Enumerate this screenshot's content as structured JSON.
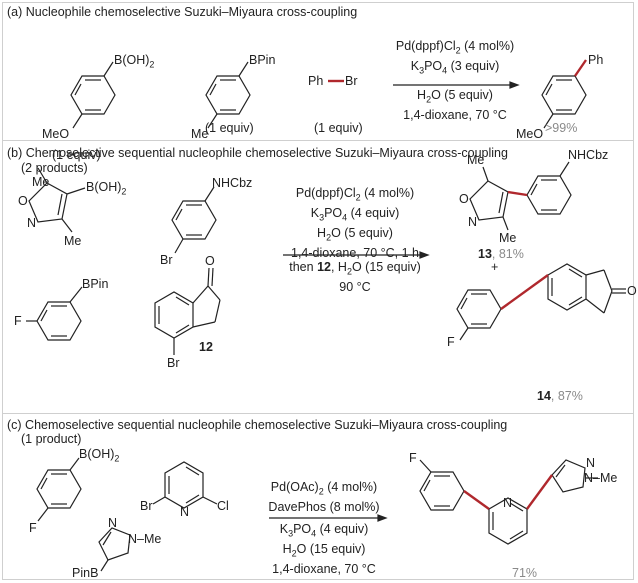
{
  "panel_a": {
    "title": "(a) Nucleophile chemoselective Suzuki–Miyaura cross-coupling",
    "reagent1_group": "B(OH)",
    "reagent1_group_sub": "2",
    "reagent1_substituent": "MeO",
    "reagent1_equiv": "(1 equiv)",
    "reagent2_group": "BPin",
    "reagent2_substituent": "Me",
    "reagent2_equiv": "(1 equiv)",
    "reagent3_ph": "Ph",
    "reagent3_br": "Br",
    "reagent3_equiv": "(1 equiv)",
    "conditions": [
      "Pd(dppf)Cl2 (4 mol%)",
      "K3PO4 (3 equiv)",
      "H2O (5 equiv)",
      "1,4-dioxane, 70 °C"
    ],
    "product_group": "Ph",
    "product_substituent": "MeO",
    "yield": ">99%"
  },
  "panel_b": {
    "title": "(b) Chemoselective sequential nucleophile chemoselective Suzuki–Miyaura cross-coupling",
    "subtitle": "(2 products)",
    "isoxazole_me1": "Me",
    "isoxazole_o": "O",
    "isoxazole_n": "N",
    "isoxazole_me2": "Me",
    "isoxazole_group": "B(OH)",
    "isoxazole_group_sub": "2",
    "aryl_group": "NHCbz",
    "aryl_br": "Br",
    "fluoro_group": "BPin",
    "fluoro_f": "F",
    "indanone_o": "O",
    "indanone_br": "Br",
    "indanone_label": "12",
    "conditions": [
      "Pd(dppf)Cl2 (4 mol%)",
      "K3PO4 (4 equiv)",
      "H2O (5 equiv)",
      "1,4-dioxane, 70 °C, 1 h"
    ],
    "conditions_after": [
      "then 12, H2O (15 equiv)",
      "90 °C"
    ],
    "product1_me1": "Me",
    "product1_group": "NHCbz",
    "product1_o": "O",
    "product1_n": "N",
    "product1_me2": "Me",
    "product1_label": "13",
    "product1_yield": ", 81%",
    "plus": "+",
    "product2_o": "O",
    "product2_f": "F",
    "product2_label": "14",
    "product2_yield": ", 87%"
  },
  "panel_c": {
    "title": "(c) Chemoselective sequential nucleophile chemoselective Suzuki–Miyaura cross-coupling",
    "subtitle": "(1 product)",
    "fluoro_group": "B(OH)",
    "fluoro_group_sub": "2",
    "fluoro_f": "F",
    "pyridine_br": "Br",
    "pyridine_n": "N",
    "pyridine_cl": "Cl",
    "pyrazole_n": "N",
    "pyrazole_me": "N–Me",
    "pyrazole_pinb": "PinB",
    "conditions": [
      "Pd(OAc)2 (4 mol%)",
      "DavePhos (8 mol%)",
      "K3PO4 (4 equiv)",
      "H2O (15 equiv)",
      "1,4-dioxane, 70 °C"
    ],
    "product_f": "F",
    "product_n1": "N",
    "product_n2": "N",
    "product_me": "N–Me",
    "yield": "71%"
  },
  "colors": {
    "new_bond": "#b0282d",
    "frame": "#cfcfcf",
    "yield_grey": "#8a8a8a",
    "ink": "#222222"
  }
}
